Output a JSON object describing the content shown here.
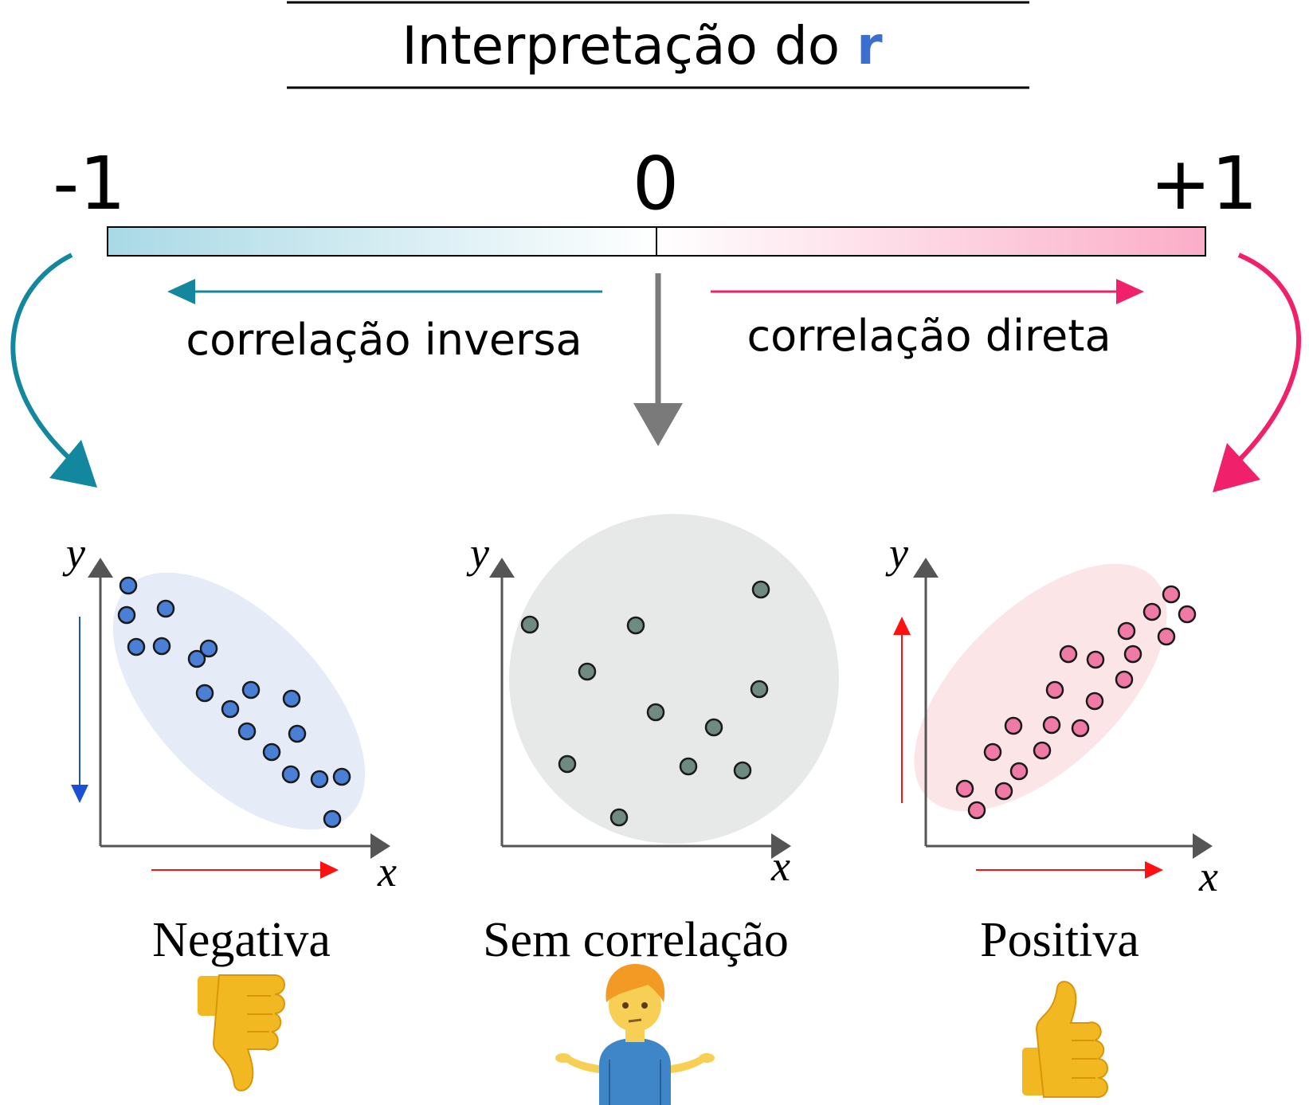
{
  "title": {
    "prefix": "Interpretação do ",
    "symbol": "r",
    "symbol_color": "#3a6fd0"
  },
  "scale": {
    "left_label": "-1",
    "center_label": "0",
    "right_label": "+1",
    "gradient_left_color": "#a9d9e6",
    "gradient_right_color": "#fbadc8"
  },
  "directions": {
    "inverse_label": "correlação inversa",
    "inverse_color": "#13879d",
    "direct_label": "correlação direta",
    "direct_color": "#f0206a",
    "neutral_color": "#7a7a7a"
  },
  "panels": [
    {
      "id": "negative",
      "caption": "Negativa",
      "x_label": "x",
      "y_label": "y",
      "point_color": "#4a7fd6",
      "halo_color": "#e5ebf7",
      "icon": "thumbs-down-icon"
    },
    {
      "id": "none",
      "caption": "Sem correlação",
      "x_label": "x",
      "y_label": "y",
      "point_color": "#6f8a80",
      "halo_color": "#e6e9e8",
      "icon": "shrugging-person-icon"
    },
    {
      "id": "positive",
      "caption": "Positiva",
      "x_label": "x",
      "y_label": "y",
      "point_color": "#ef7aa6",
      "halo_color": "#fbe5e6",
      "icon": "thumbs-up-icon"
    }
  ]
}
